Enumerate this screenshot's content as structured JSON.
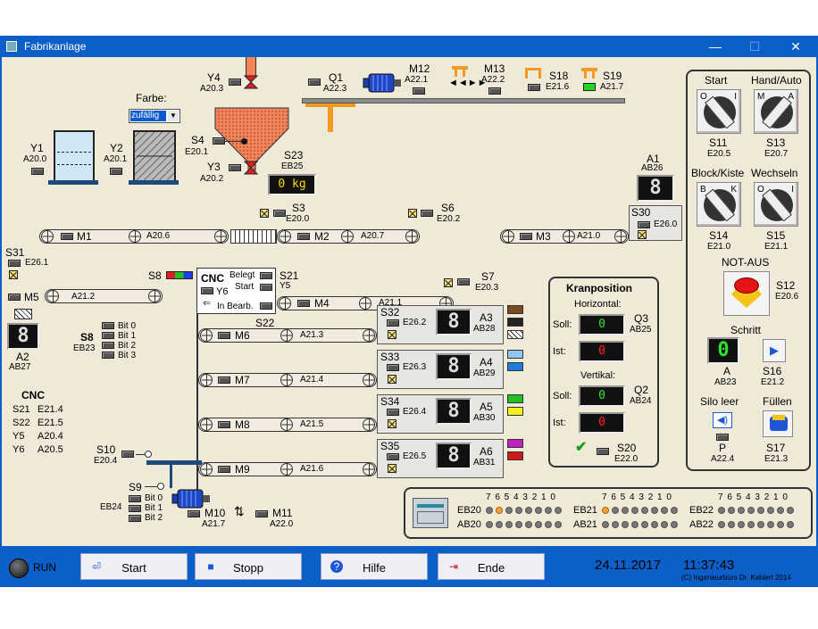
{
  "window": {
    "title": "Fabrikanlage",
    "minimize": "—",
    "maximize": "☐",
    "close": "✕"
  },
  "labels": {
    "farbe": "Farbe:",
    "farbe_value": "zufällig",
    "y1": "Y1",
    "y1_addr": "A20.0",
    "y2": "Y2",
    "y2_addr": "A20.1",
    "y4": "Y4",
    "y4_addr": "A20.3",
    "s4": "S4",
    "s4_addr": "E20.1",
    "y3": "Y3",
    "y3_addr": "A20.2",
    "q1": "Q1",
    "q1_addr": "A22.3",
    "m12": "M12",
    "m12_addr": "A22.1",
    "m13": "M13",
    "m13_addr": "A22.2",
    "s18": "S18",
    "s18_addr": "E21.6",
    "s19": "S19",
    "s19_addr": "A21.7",
    "s23": "S23",
    "s23_addr": "EB25",
    "scale_value": "0 kg",
    "a1": "A1",
    "a1_addr": "AB26",
    "s30": "S30",
    "s30_addr": "E26.0",
    "s3": "S3",
    "s3_addr": "E20.0",
    "s6": "S6",
    "s6_addr": "E20.2",
    "m1": "M1",
    "m1_addr": "A20.6",
    "m2": "M2",
    "m2_addr": "A20.7",
    "m3": "M3",
    "m3_addr": "A21.0",
    "s31": "S31",
    "s31_addr": "E26.1",
    "s8": "S8",
    "m5": "M5",
    "m5_addr": "A21.2",
    "s21": "S21",
    "y5": "Y5",
    "s7": "S7",
    "s7_addr": "E20.3",
    "m4": "M4",
    "m4_addr": "A21.1",
    "s22": "S22",
    "a2": "A2",
    "a2_addr": "AB27",
    "s8b": "S8",
    "s8b_addr": "EB23",
    "bit0": "Bit 0",
    "bit1": "Bit 1",
    "bit2": "Bit 2",
    "bit3": "Bit 3",
    "cnc_title": "CNC",
    "cnc_y6": "Y6",
    "cnc_belegt": "Belegt",
    "cnc_start": "Start",
    "cnc_inbearb": "In Bearb.",
    "cnc_legend_title": "CNC",
    "m6": "M6",
    "m6_addr": "A21.3",
    "m7": "M7",
    "m7_addr": "A21.4",
    "m8": "M8",
    "m8_addr": "A21.5",
    "m9": "M9",
    "m9_addr": "A21.6",
    "s32": "S32",
    "s32_addr": "E26.2",
    "a3": "A3",
    "a3_addr": "AB28",
    "s33": "S33",
    "s33_addr": "E26.3",
    "a4": "A4",
    "a4_addr": "AB29",
    "s34": "S34",
    "s34_addr": "E26.4",
    "a5": "A5",
    "a5_addr": "AB30",
    "s35": "S35",
    "s35_addr": "E26.5",
    "a6": "A6",
    "a6_addr": "AB31",
    "s10": "S10",
    "s10_addr": "E20.4",
    "s9": "S9",
    "s9_addr": "EB24",
    "m10": "M10",
    "m10_addr": "A21.7",
    "m11": "M11",
    "m11_addr": "A22.0",
    "seg_digit": "8"
  },
  "cnc_legend": [
    {
      "name": "S21",
      "addr": "E21.4"
    },
    {
      "name": "S22",
      "addr": "E21.5"
    },
    {
      "name": "Y5",
      "addr": "A20.4"
    },
    {
      "name": "Y6",
      "addr": "A20.5"
    }
  ],
  "kran": {
    "title": "Kranposition",
    "horizontal": "Horizontal:",
    "soll": "Soll:",
    "ist": "Ist:",
    "vertikal": "Vertikal:",
    "q3": "Q3",
    "q3_addr": "AB25",
    "q2": "Q2",
    "q2_addr": "AB24",
    "h_soll": "0",
    "h_ist": "0",
    "v_soll": "0",
    "v_ist": "0",
    "s20": "S20",
    "s20_addr": "E22.0"
  },
  "control": {
    "start": "Start",
    "handauto": "Hand/Auto",
    "s11": "S11",
    "s11_addr": "E20.5",
    "s13": "S13",
    "s13_addr": "E20.7",
    "block": "Block/Kiste",
    "wechseln": "Wechseln",
    "s14": "S14",
    "s14_addr": "E21.0",
    "s15": "S15",
    "s15_addr": "E21.1",
    "notaus": "NOT-AUS",
    "s12": "S12",
    "s12_addr": "E20.6",
    "schritt": "Schritt",
    "a": "A",
    "a_addr": "AB23",
    "a_value": "0",
    "s16": "S16",
    "s16_addr": "E21.2",
    "siloleer": "Silo leer",
    "fuellen": "Füllen",
    "p": "P",
    "p_addr": "A22.4",
    "s17": "S17",
    "s17_addr": "E21.3",
    "k_o": "O",
    "k_i": "I",
    "k_m": "M",
    "k_a": "A",
    "k_b": "B",
    "k_k": "K"
  },
  "io": {
    "bits": "7 6 5 4 3 2 1 0",
    "rows": [
      {
        "in": "EB20",
        "out": "AB20"
      },
      {
        "in": "EB21",
        "out": "AB21"
      },
      {
        "in": "EB22",
        "out": "AB22"
      }
    ]
  },
  "status": {
    "run": "RUN",
    "start": "Start",
    "stopp": "Stopp",
    "hilfe": "Hilfe",
    "ende": "Ende",
    "date": "24.11.2017",
    "time": "11:37:43",
    "copyright": "(C) Ingenieurbüro Dr. Kahlert 2014"
  },
  "colors": {
    "accent": "#0c5fc7",
    "panel": "#efe9d8",
    "silo": "#f4845a",
    "crane": "#f29b20",
    "display_green": "#2ee02e",
    "display_red": "#ff2020"
  }
}
